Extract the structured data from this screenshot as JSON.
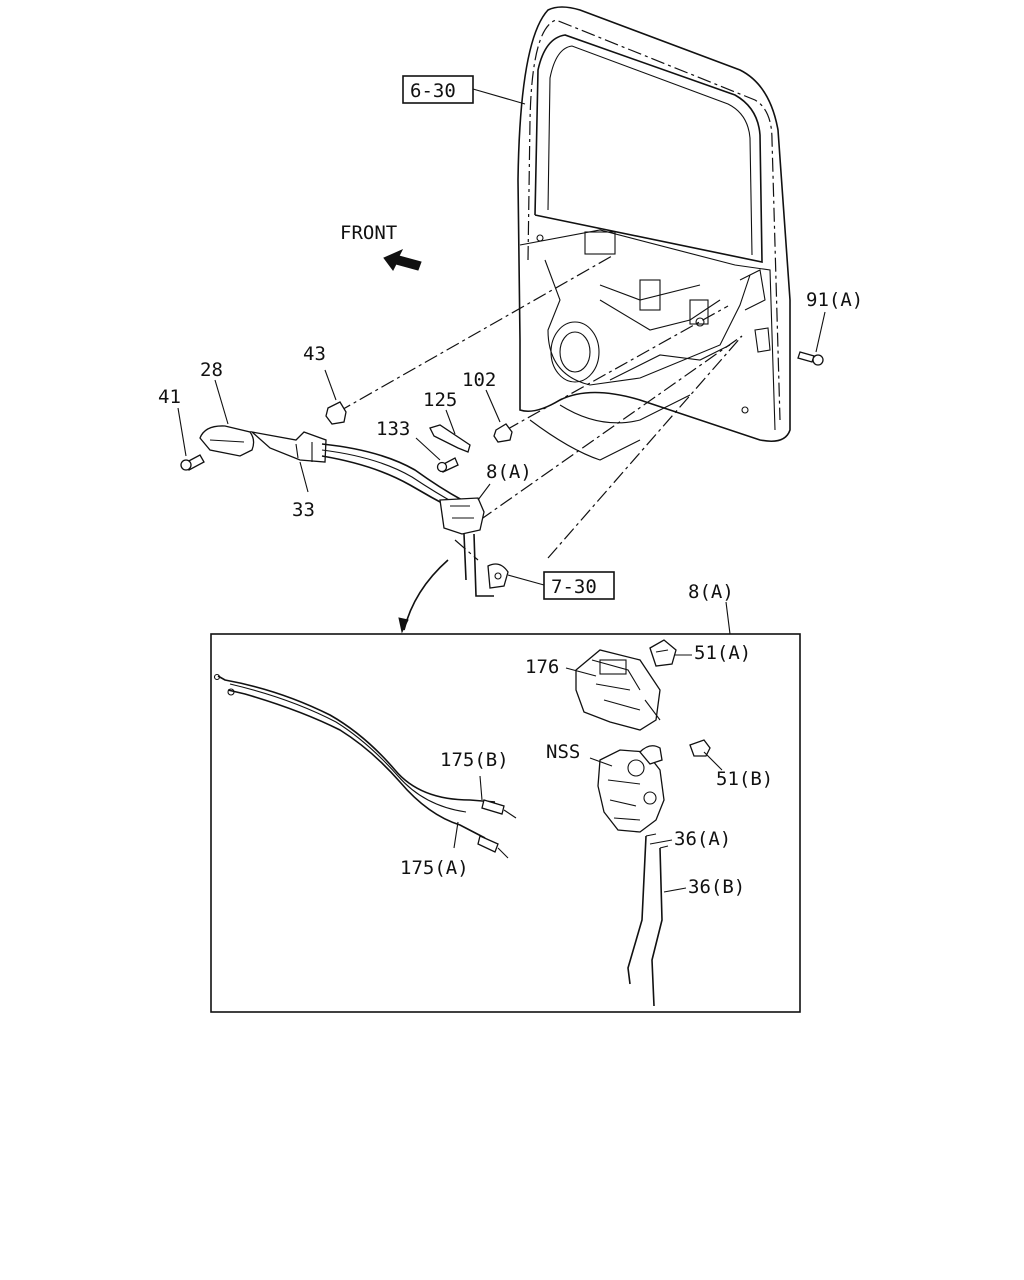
{
  "diagram": {
    "ref_boxes": {
      "door": "6-30",
      "window": "7-30"
    },
    "front_label": "FRONT",
    "callouts": {
      "c91a": "91(A)",
      "c43": "43",
      "c28": "28",
      "c41": "41",
      "c102": "102",
      "c125": "125",
      "c133": "133",
      "c33": "33",
      "c8a_top": "8(A)",
      "c8a_detail": "8(A)",
      "c176": "176",
      "c51a": "51(A)",
      "cnss": "NSS",
      "c51b": "51(B)",
      "c175b": "175(B)",
      "c175a": "175(A)",
      "c36a": "36(A)",
      "c36b": "36(B)"
    }
  }
}
